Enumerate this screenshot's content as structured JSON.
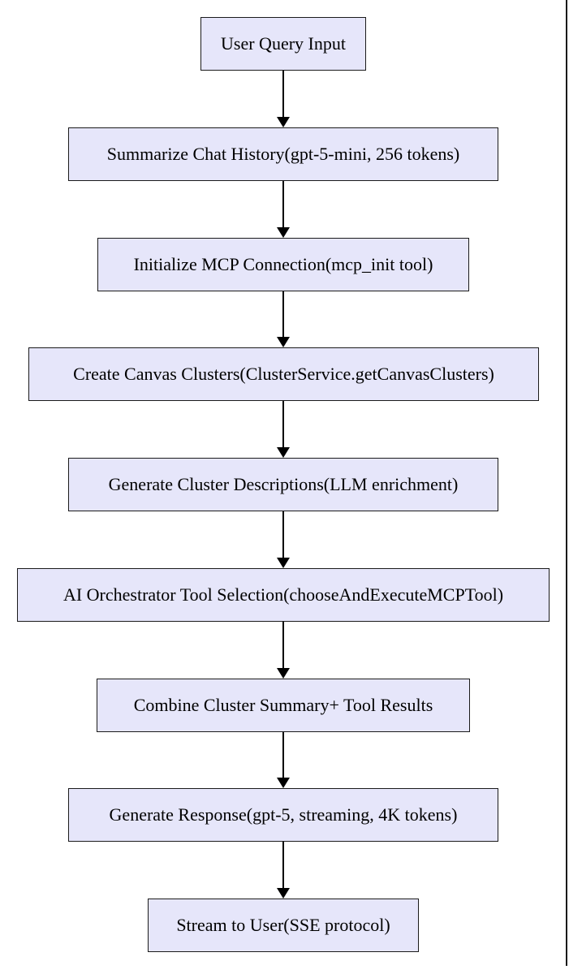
{
  "diagram": {
    "type": "flowchart",
    "direction": "top-down",
    "nodes": [
      {
        "label": "User Query Input"
      },
      {
        "label": "Summarize Chat History(gpt-5-mini, 256 tokens)"
      },
      {
        "label": "Initialize MCP Connection(mcp_init tool)"
      },
      {
        "label": "Create Canvas Clusters(ClusterService.getCanvasClusters)"
      },
      {
        "label": "Generate Cluster Descriptions(LLM enrichment)"
      },
      {
        "label": "AI Orchestrator Tool Selection(chooseAndExecuteMCPTool)"
      },
      {
        "label": "Combine Cluster Summary+ Tool Results"
      },
      {
        "label": "Generate Response(gpt-5, streaming, 4K tokens)"
      },
      {
        "label": "Stream to User(SSE protocol)"
      }
    ],
    "edges": [
      {
        "from": 0,
        "to": 1
      },
      {
        "from": 1,
        "to": 2
      },
      {
        "from": 2,
        "to": 3
      },
      {
        "from": 3,
        "to": 4
      },
      {
        "from": 4,
        "to": 5
      },
      {
        "from": 5,
        "to": 6
      },
      {
        "from": 6,
        "to": 7
      },
      {
        "from": 7,
        "to": 8
      }
    ],
    "colors": {
      "node_fill": "#e6e6fa",
      "node_border": "#1b1b1b",
      "arrow": "#000000",
      "page_border": "#1a1a1a",
      "text": "#000000"
    }
  }
}
